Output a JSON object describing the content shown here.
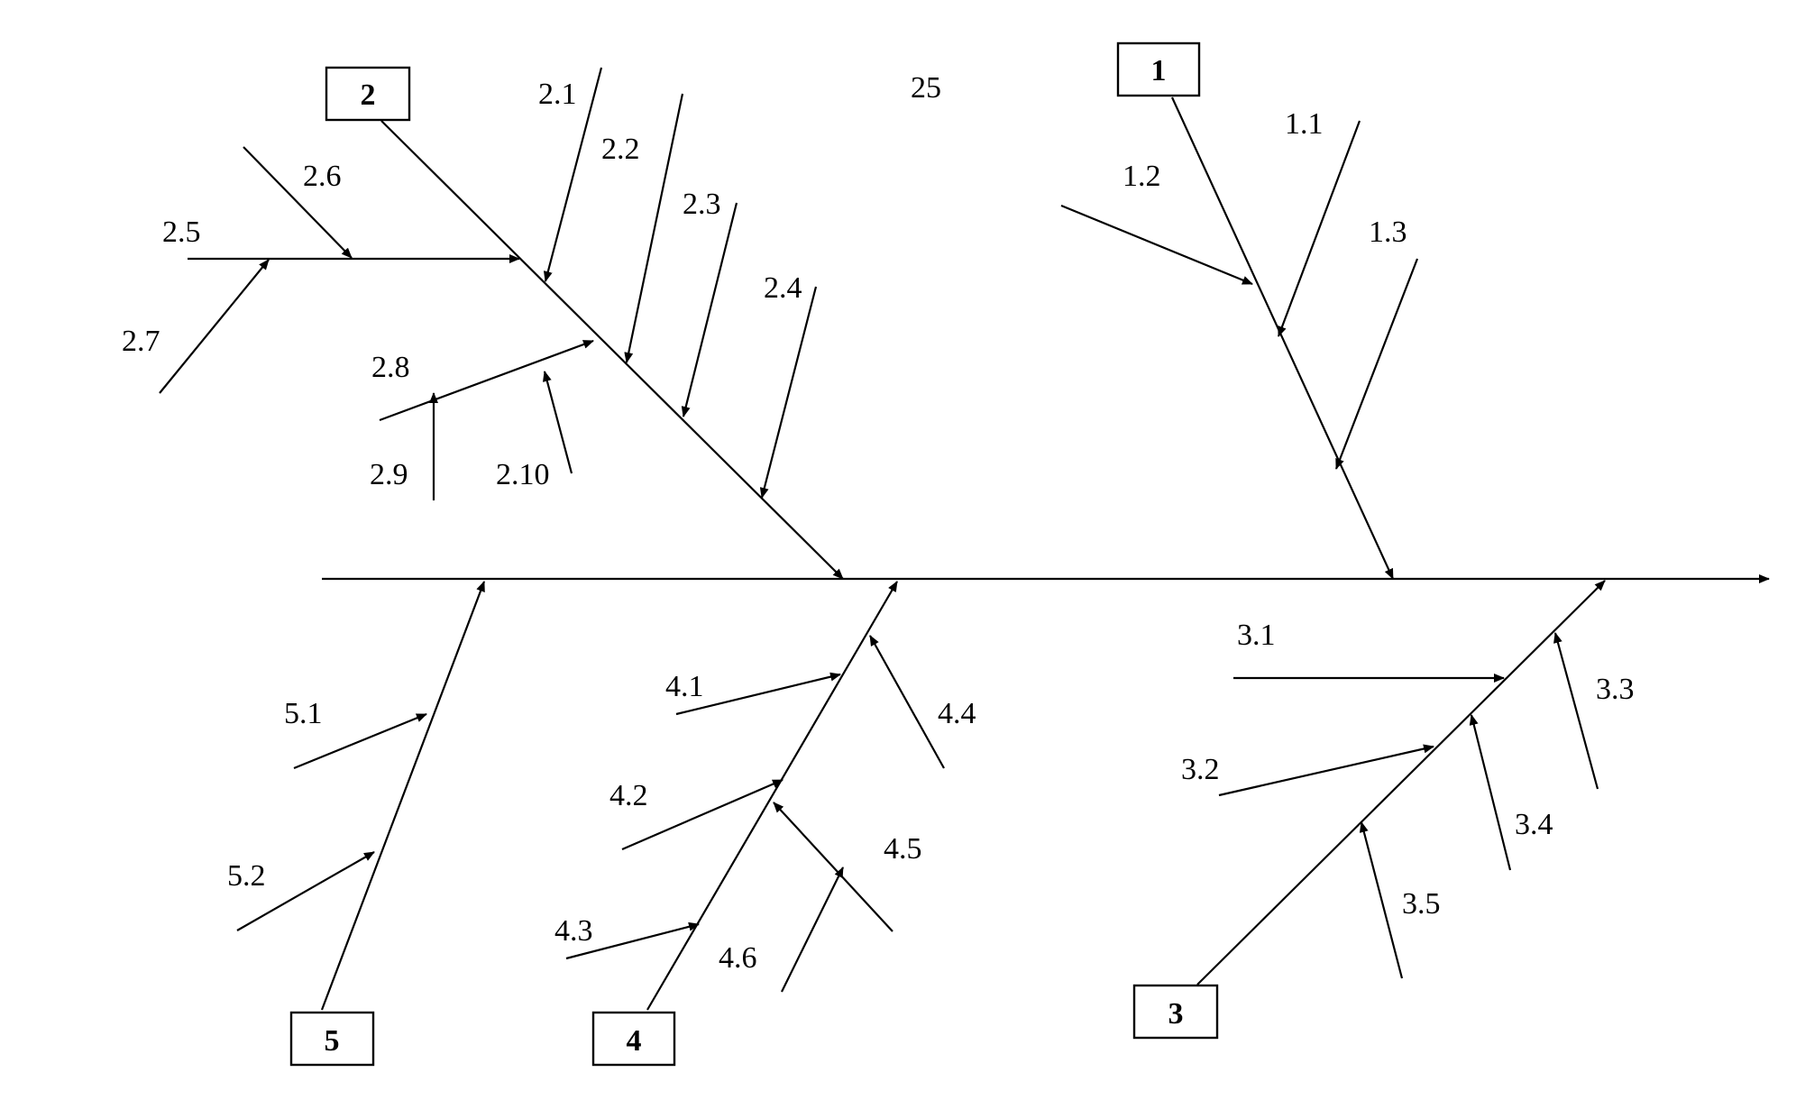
{
  "page_number": "25",
  "colors": {
    "ink": "#000000",
    "background": "#ffffff"
  },
  "categories": [
    {
      "id": "1",
      "label": "1",
      "causes": [
        "1.1",
        "1.2",
        "1.3"
      ]
    },
    {
      "id": "2",
      "label": "2",
      "causes": [
        "2.1",
        "2.2",
        "2.3",
        "2.4",
        "2.5",
        "2.6",
        "2.7",
        "2.8",
        "2.9",
        "2.10"
      ]
    },
    {
      "id": "3",
      "label": "3",
      "causes": [
        "3.1",
        "3.2",
        "3.3",
        "3.4",
        "3.5"
      ]
    },
    {
      "id": "4",
      "label": "4",
      "causes": [
        "4.1",
        "4.2",
        "4.3",
        "4.4",
        "4.5",
        "4.6"
      ]
    },
    {
      "id": "5",
      "label": "5",
      "causes": [
        "5.1",
        "5.2"
      ]
    }
  ]
}
